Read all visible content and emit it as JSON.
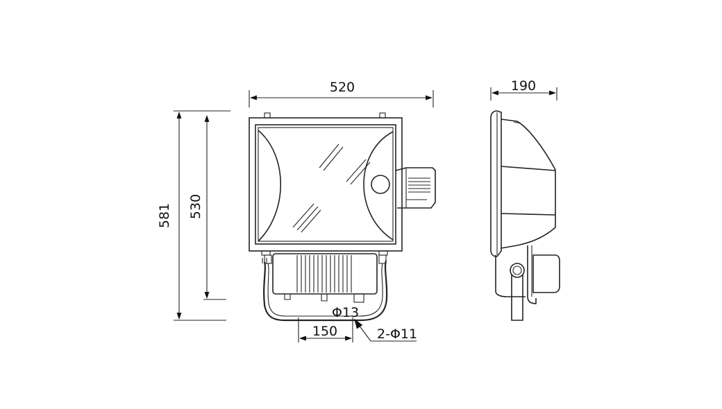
{
  "dimensions": {
    "width_total": "520",
    "depth_side": "190",
    "height_total": "581",
    "height_body": "530",
    "bracket_hole_spacing": "150",
    "cable_entry": "Φ13",
    "mount_holes": "2-Φ11"
  }
}
